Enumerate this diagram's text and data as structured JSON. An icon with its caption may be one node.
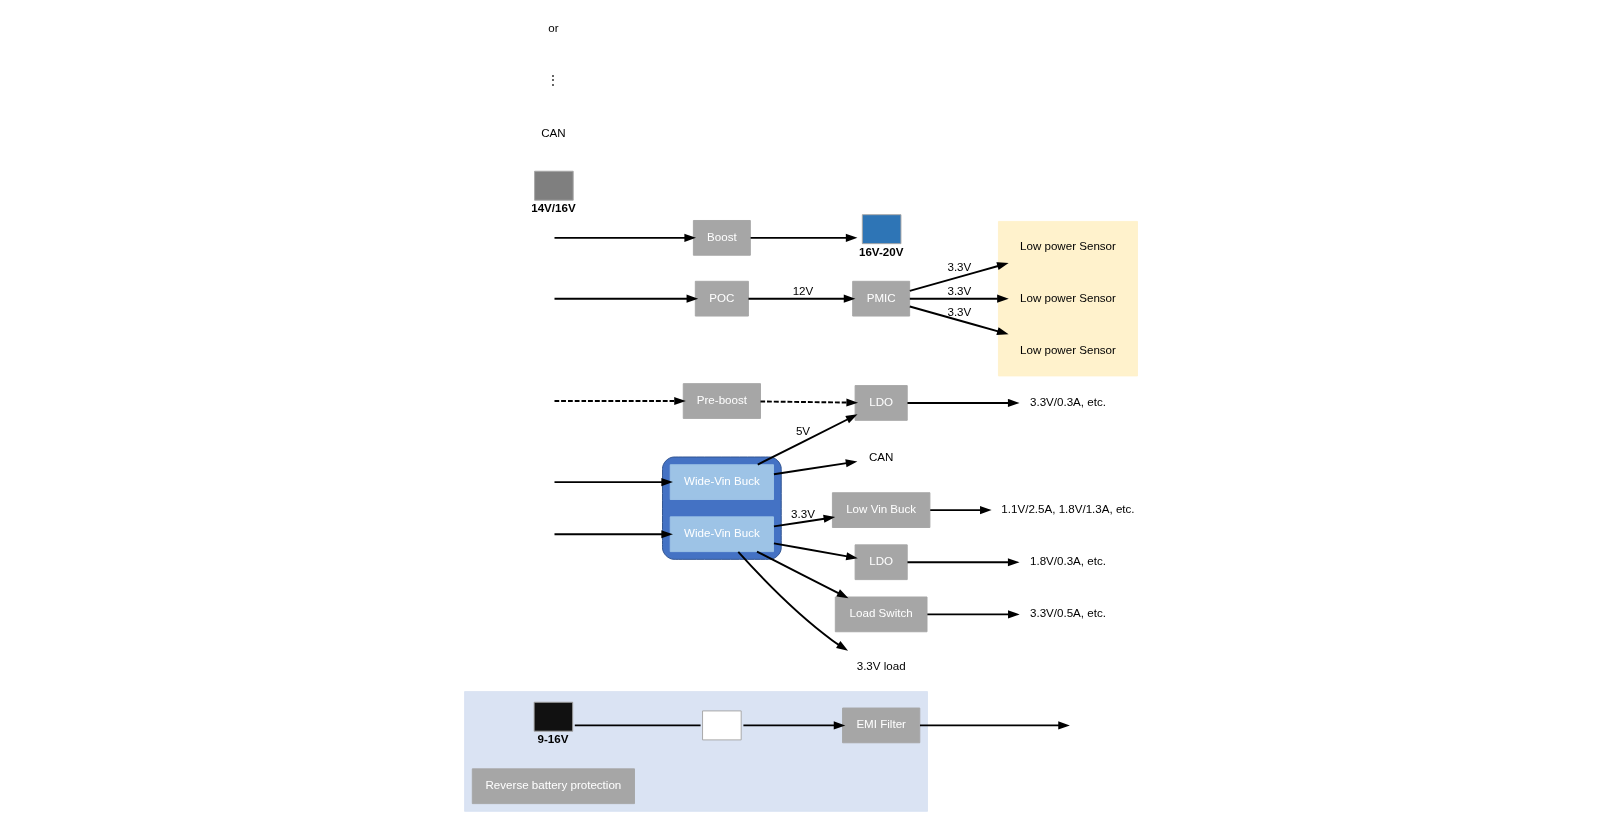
{
  "diagram": {
    "nodes": [
      {
        "text": [],
        "shape": "box"
      },
      {
        "text": [],
        "shape": "battery",
        "in": 0,
        "beside": [
          "9-16V"
        ]
      },
      {
        "text": [],
        "shape": "transistor",
        "in": 0
      },
      {
        "text": [
          "Reverse battery protection"
        ],
        "in": 0
      },
      {
        "text": [
          "EMI Filter"
        ],
        "in": 0
      },
      {
        "text": [
          "Pre-boost"
        ]
      },
      {
        "text": [],
        "shape": "rounded"
      },
      {
        "text": [
          "Wide-Vin Buck"
        ],
        "in": 6
      },
      {
        "text": [
          "Wide-Vin Buck"
        ],
        "in": 6
      },
      {
        "text": [
          "LDO"
        ]
      },
      {
        "text": [
          "Low Vin Buck"
        ]
      },
      {
        "text": [
          "LDO"
        ]
      },
      {
        "text": [
          "Load Switch"
        ]
      },
      {
        "text": [
          "POC"
        ]
      },
      {
        "text": [
          "PMIC"
        ]
      },
      {
        "text": [
          "Boost"
        ]
      },
      {
        "text": [
          "3.3V/0.3A, etc."
        ]
      },
      {
        "text": [
          "CAN"
        ]
      },
      {
        "text": [
          "1.1V/2.5A, 1.8V/1.3A, etc."
        ]
      },
      {
        "text": [
          "1.8V/0.3A, etc."
        ]
      },
      {
        "text": [
          "3.3V/0.5A, etc."
        ]
      },
      {
        "text": [
          "3.3V load"
        ]
      },
      {
        "text": [],
        "shape": "box"
      },
      {
        "text": [
          "Low power Sensor"
        ],
        "in": 22
      },
      {
        "text": [
          "Low power Sensor"
        ],
        "in": 22
      },
      {
        "text": [
          "Low power Sensor"
        ],
        "in": 22
      },
      {
        "text": [],
        "shape": "speaker",
        "beside": [
          "16V-20V"
        ]
      },
      {
        "text": [],
        "shape": "camera",
        "beside": [
          "14V/16V"
        ]
      }
    ],
    "edges": [
      {
        "from": 1,
        "to": 2,
        "arrow": "none"
      },
      {
        "from": 2,
        "to": 4,
        "arrow": "to"
      },
      {
        "from": 4,
        "to": null,
        "arrow": "to"
      },
      {
        "from": null,
        "to": 7,
        "arrow": "to"
      },
      {
        "from": null,
        "to": 5,
        "arrow": "to",
        "style": "dashed"
      },
      {
        "from": 5,
        "to": 9,
        "arrow": "to",
        "style": "dashed"
      },
      {
        "from": 7,
        "to": 9,
        "arrow": "to",
        "label": "5V"
      },
      {
        "from": 7,
        "to": 17,
        "arrow": "to"
      },
      {
        "from": null,
        "to": 8,
        "arrow": "to"
      },
      {
        "from": 8,
        "to": 10,
        "arrow": "to",
        "label": "3.3V"
      },
      {
        "from": 8,
        "to": 11,
        "arrow": "to"
      },
      {
        "from": 8,
        "to": 12,
        "arrow": "to"
      },
      {
        "from": 8,
        "to": 21,
        "arrow": "to"
      },
      {
        "from": 9,
        "to": 16,
        "arrow": "to"
      },
      {
        "from": 10,
        "to": 18,
        "arrow": "to"
      },
      {
        "from": 11,
        "to": 19,
        "arrow": "to"
      },
      {
        "from": 12,
        "to": 20,
        "arrow": "to"
      },
      {
        "from": null,
        "to": 13,
        "arrow": "to"
      },
      {
        "from": 13,
        "to": 14,
        "arrow": "to",
        "label": "12V"
      },
      {
        "from": 14,
        "to": 23,
        "arrow": "to",
        "label": "3.3V"
      },
      {
        "from": 14,
        "to": 24,
        "arrow": "to",
        "label": "3.3V"
      },
      {
        "from": 14,
        "to": 25,
        "arrow": "to",
        "label": "3.3V"
      },
      {
        "from": null,
        "to": 15,
        "arrow": "to"
      },
      {
        "from": 15,
        "to": 26,
        "arrow": "to"
      }
    ],
    "labels": [
      "CAN",
      "⋮",
      "or"
    ]
  }
}
